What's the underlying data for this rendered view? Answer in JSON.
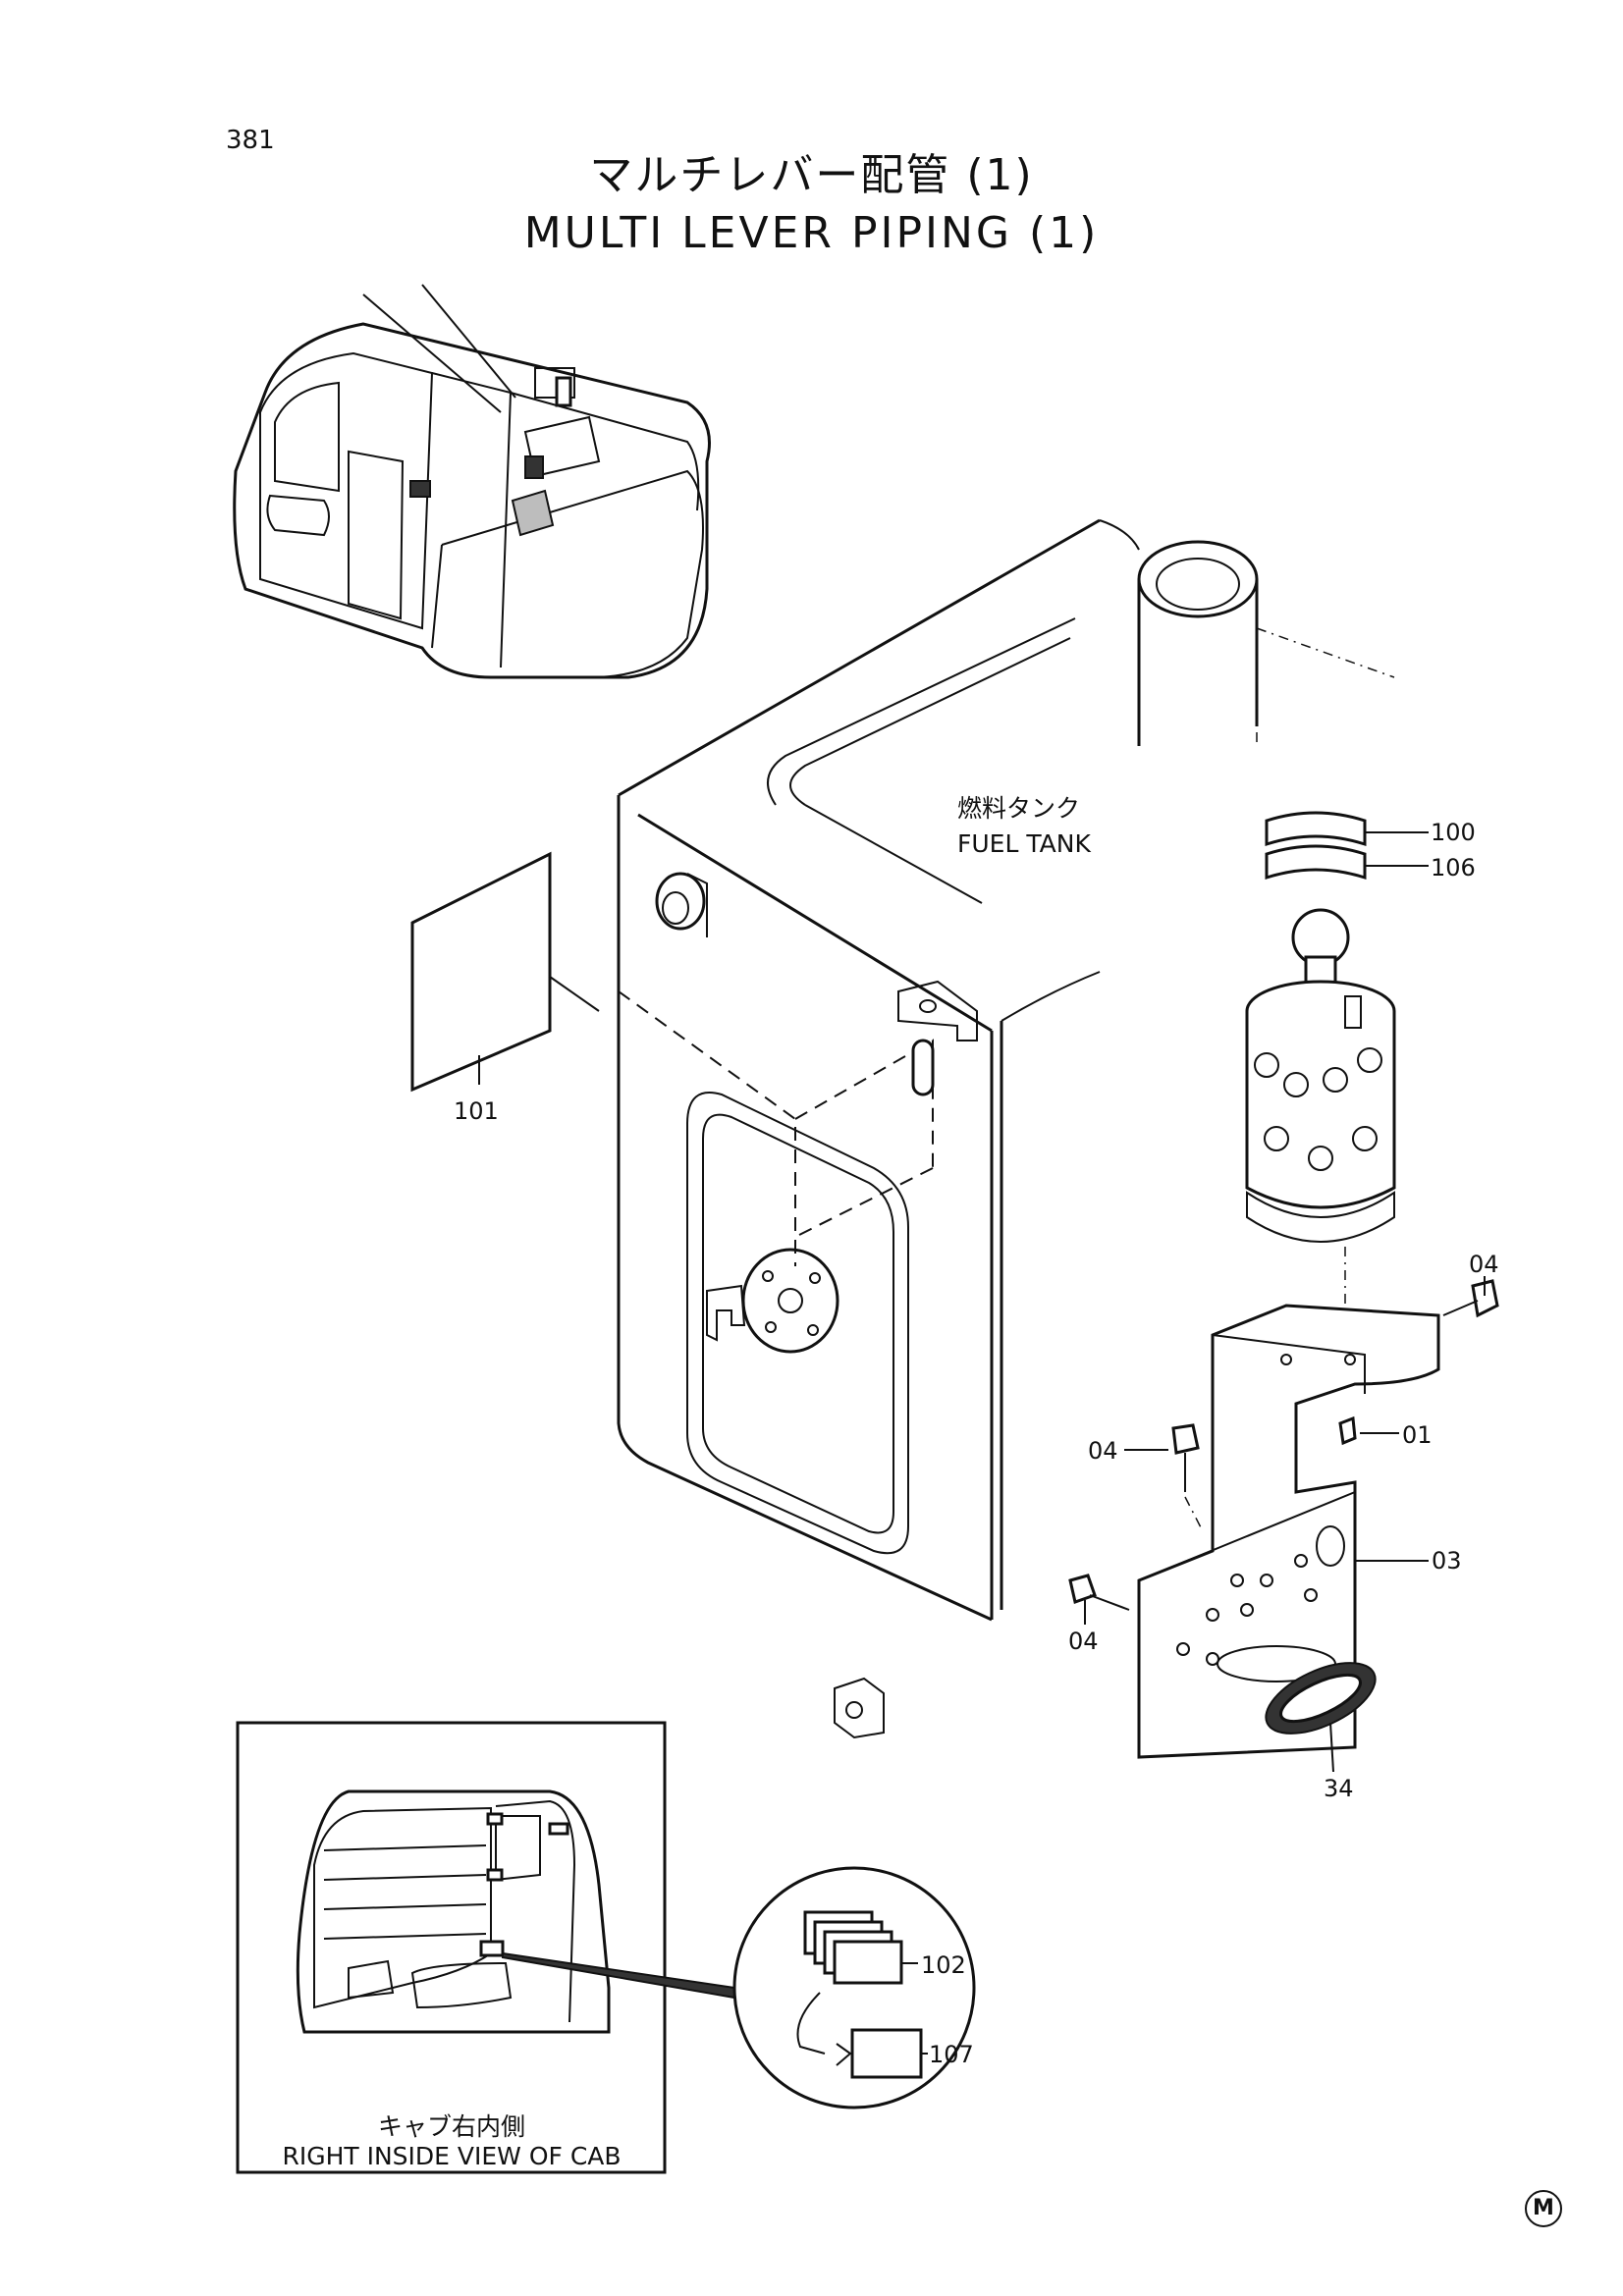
{
  "page": {
    "number": "381",
    "mark": "M"
  },
  "title": {
    "ja": "マルチレバー配管 (1)",
    "en": "MULTI LEVER PIPING (1)"
  },
  "fuel_tank": {
    "ja": "燃料タンク",
    "en": "FUEL TANK"
  },
  "inset": {
    "caption_ja": "キャブ右内側",
    "caption_en": "RIGHT INSIDE VIEW OF CAB"
  },
  "callouts": {
    "p100": "100",
    "p106": "106",
    "p101": "101",
    "p04_top": "04",
    "p04_left": "04",
    "p04_bottom": "04",
    "p01": "01",
    "p03": "03",
    "p34": "34",
    "p102": "102",
    "p107": "107"
  }
}
